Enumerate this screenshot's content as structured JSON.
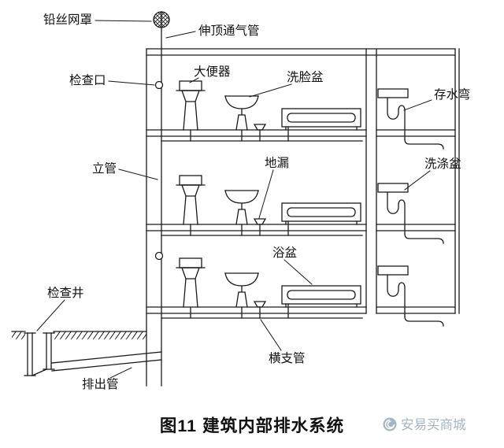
{
  "figure": {
    "caption": "图11 建筑内部排水系统",
    "watermark": "安易买商城"
  },
  "labels": {
    "mesh_cover": "铅丝网罩",
    "vent_pipe": "伸顶通气管",
    "inspection_opening": "检查口",
    "toilet": "大便器",
    "washbasin": "洗脸盆",
    "trap": "存水弯",
    "riser": "立管",
    "floor_drain": "地漏",
    "sink": "洗涤盆",
    "bathtub": "浴盆",
    "inspection_well": "检查井",
    "branch_pipe": "横支管",
    "discharge_pipe": "排出管"
  },
  "colors": {
    "line": "#1a1a1a",
    "text": "#111111",
    "watermark": "#a2b6c6",
    "background": "#ffffff"
  }
}
